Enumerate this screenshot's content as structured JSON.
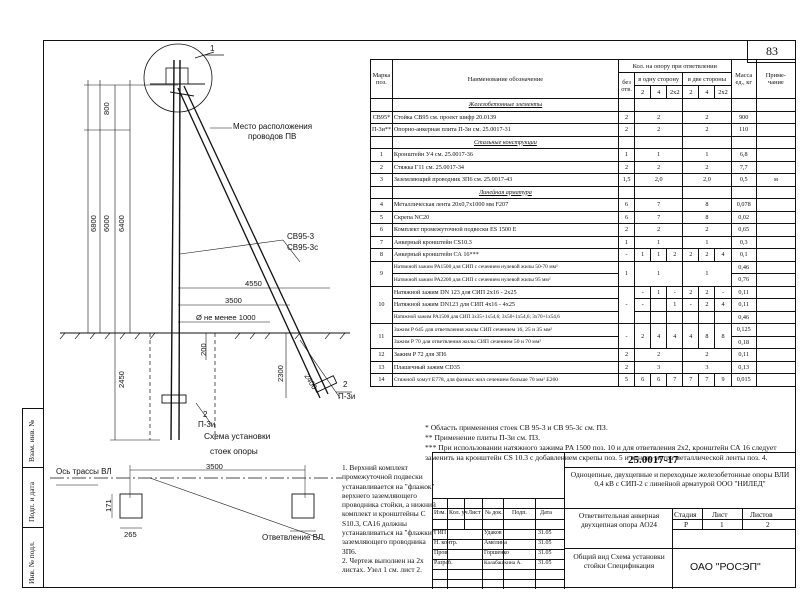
{
  "page_number": "83",
  "drawing": {
    "callout": "1",
    "place_label": [
      "Место расположения",
      "проводов ПВ"
    ],
    "post_label_1": "СВ95-3",
    "post_label_2": "СВ95-3с",
    "dim_4550": "4550",
    "dim_3500": "3500",
    "diam_label": "Ø не менее 1000",
    "dim_800": "800",
    "dim_6000": "6000",
    "dim_6400": "6400",
    "dim_6800": "6800",
    "dim_2450": "2450",
    "dim_200": "200",
    "dim_2300": "2300",
    "dim_2400": "2400",
    "callout2a": "2",
    "plate_a": "П-3и",
    "callout2b": "2",
    "plate_b": "П-3и",
    "caption_line1": "Схема установки",
    "caption_line2": "стоек опоры"
  },
  "plan": {
    "axis_label": "Ось трассы ВЛ",
    "dim_3500": "3500",
    "dim_171": "171",
    "dim_265": "265",
    "branch_label": "Ответвление ВЛ"
  },
  "left_stamp": [
    "Инв. № подл.",
    "Подп. и дата",
    "Взам. инв. №"
  ],
  "table": {
    "headers": {
      "mark": "Марка поз.",
      "name": "Наименование обозначение",
      "qty": "Кол. на опору при ответвлении",
      "none": "без отв.",
      "one_side": "в одну сторону",
      "two_side": "в две стороны",
      "c2": "2",
      "c4": "4",
      "c2x2": "2х2",
      "c2b": "2",
      "c4b": "4",
      "c2x2b": "2х2",
      "mass": "Масса ед., кг",
      "note": "Приме- чание"
    },
    "sections": {
      "s1": "Железобетонные элементы",
      "s2": "Стальные конструкции",
      "s3": "Линейная арматура"
    },
    "rows": [
      {
        "id": "r1",
        "pos": "СВ95*",
        "name": "Стойка СВ95 см. проект шифр 20.0139",
        "none": "2",
        "one": "2",
        "two": "2",
        "mass": "900",
        "note": ""
      },
      {
        "id": "r2",
        "pos": "П-3и**",
        "name": "Опорно-анкерная плита П-3и см. 25.0017-31",
        "none": "2",
        "one": "2",
        "two": "2",
        "mass": "110",
        "note": ""
      },
      {
        "id": "r3",
        "pos": "1",
        "name": "Кронштейн У4 см. 25.0017-36",
        "none": "1",
        "one": "1",
        "two": "1",
        "mass": "6,8",
        "note": ""
      },
      {
        "id": "r4",
        "pos": "2",
        "name": "Стяжка Г11 см. 25.0017-34",
        "none": "2",
        "one": "2",
        "two": "2",
        "mass": "7,7",
        "note": ""
      },
      {
        "id": "r5",
        "pos": "3",
        "name": "Заземляющий проводник ЗП6 см. 25.0017-43",
        "none": "1,5",
        "one": "2,0",
        "two": "2,0",
        "mass": "0,5",
        "note": "м"
      },
      {
        "id": "r6",
        "pos": "4",
        "name": "Металлическая лента 20х0,7х1000 мм F207",
        "none": "6",
        "one": "7",
        "two": "8",
        "mass": "0,078",
        "note": ""
      },
      {
        "id": "r7",
        "pos": "5",
        "name": "Скрепа NC20",
        "none": "6",
        "one": "7",
        "two": "8",
        "mass": "0,02",
        "note": ""
      },
      {
        "id": "r8",
        "pos": "6",
        "name": "Комплект промежуточной подвески ES 1500 E",
        "none": "2",
        "one": "2",
        "two": "2",
        "mass": "0,65",
        "note": ""
      },
      {
        "id": "r9",
        "pos": "7",
        "name": "Анкерный кронштейн CS10.3",
        "none": "1",
        "one": "1",
        "two": "1",
        "mass": "0,3",
        "note": ""
      },
      {
        "id": "r10",
        "pos": "8",
        "name": "Анкерный кронштейн СА 16***",
        "none": "-",
        "a": "1",
        "b": "1",
        "c": "2",
        "d": "2",
        "e": "2",
        "f": "4",
        "mass": "0,1",
        "note": ""
      }
    ],
    "r9a": {
      "pos": "9",
      "name1": "Натяжной зажим PA1500 для СИП с сечением нулевой жилы 50-70 мм²",
      "name2": "Натяжной зажим PA2200 для СИП с сечением нулевой жилы 95 мм²",
      "none": "1",
      "one": "1",
      "two": "1",
      "mass1": "0,46",
      "mass2": "0,76"
    },
    "r10a": {
      "pos": "10",
      "name1": "Натяжной зажим DN 123 для СИП 2х16 - 2х25",
      "name2": "Натяжной зажим DN123 для СИП 4х16 - 4х25",
      "name3": "Натяжной зажим PA1500 для СИП 3х35+1х54,6; 3х50+1х54,6; 3х70+1х54,6",
      "none": "-",
      "a": "1",
      "b": "-",
      "c": "2",
      "d": "2",
      "e": "-",
      "f": "4",
      "g": "-",
      "h": "-",
      "i": "2",
      "mass1": "0,11",
      "mass2": "0,11",
      "mass3": "0,46"
    },
    "r11": {
      "pos": "11",
      "name1": "Зажим P 645 для ответвления жилы СИП сечением 16, 25 и 35 мм²",
      "name2": "Зажим P 70 для ответвления жилы СИП сечением 50 и 70 мм²",
      "none": "-",
      "a": "2",
      "b": "4",
      "c": "4",
      "d": "4",
      "e": "8",
      "f": "8",
      "mass1": "0,125",
      "mass2": "0,18"
    },
    "r12": {
      "pos": "12",
      "name": "Зажим P 72 для ЗП6",
      "none": "2",
      "one": "2",
      "two": "2",
      "mass": "0,11"
    },
    "r13": {
      "pos": "13",
      "name": "Плашечный зажим CD35",
      "none": "2",
      "one": "3",
      "two": "3",
      "mass": "0,13"
    },
    "r14": {
      "pos": "14",
      "name": "Стяжной хомут E778, для фазных жил сечением больше 70 мм² E260",
      "none": "5",
      "a": "6",
      "b": "6",
      "c": "7",
      "d": "7",
      "e": "7",
      "f": "9",
      "mass": "0,015"
    }
  },
  "notes": {
    "n1": "* Область применения стоек СВ 95-3 и СВ 95-3с см. ПЗ.",
    "n2": "** Применение плиты П-3и см. ПЗ.",
    "n3": "*** При использовании натяжного зажима PA 1500 поз. 10 и для ответвления 2х2, кронштейн СА 16 следует заменить на кронштейн CS 10.3 с добавлением скрепы поз. 5 и одного метра металлической ленты поз. 4.",
    "left": "1. Верхний комплект промежуточной подвески устанавливается на \"флажок\" верхнего заземляющего проводника стойки, а нижний комплект и кронштейны С S10.3, СА16 должны устанавливаться на \"флажки\" заземляющего проводника ЗП6.",
    "left2": "2. Чертеж выполнен на 2х листах. Узел 1 см. лист 2."
  },
  "title_block": {
    "code": "25.0017-17",
    "title": "Одноцепные, двухцепные и переходные железобетонные опоры ВЛИ 0,4 кВ с СИП-2 с линейной арматурой ООО \"НИЛЕД\"",
    "cols": [
      "Изм.",
      "Кол. уч",
      "Лист",
      "№ док.",
      "Подп.",
      "Дата"
    ],
    "people": [
      {
        "role": "ГИП",
        "name": "Удаков",
        "date": "31.05"
      },
      {
        "role": "Н. контр.",
        "name": "Амелина",
        "date": "31.05"
      },
      {
        "role": "Пров.",
        "name": "Горшенко",
        "date": "31.05"
      },
      {
        "role": "Разраб.",
        "name": "Калабашкина А.",
        "date": "31.05"
      }
    ],
    "sub1": "Ответвительная анкерная двухцепная опора АО24",
    "sub2": "Общий вид Схема установки стойки Спецификация",
    "stage_label": "Стадия",
    "sheet_label": "Лист",
    "sheets_label": "Листов",
    "stage": "Р",
    "sheet": "1",
    "sheets": "2",
    "org": "ОАО \"РОСЭП\""
  }
}
